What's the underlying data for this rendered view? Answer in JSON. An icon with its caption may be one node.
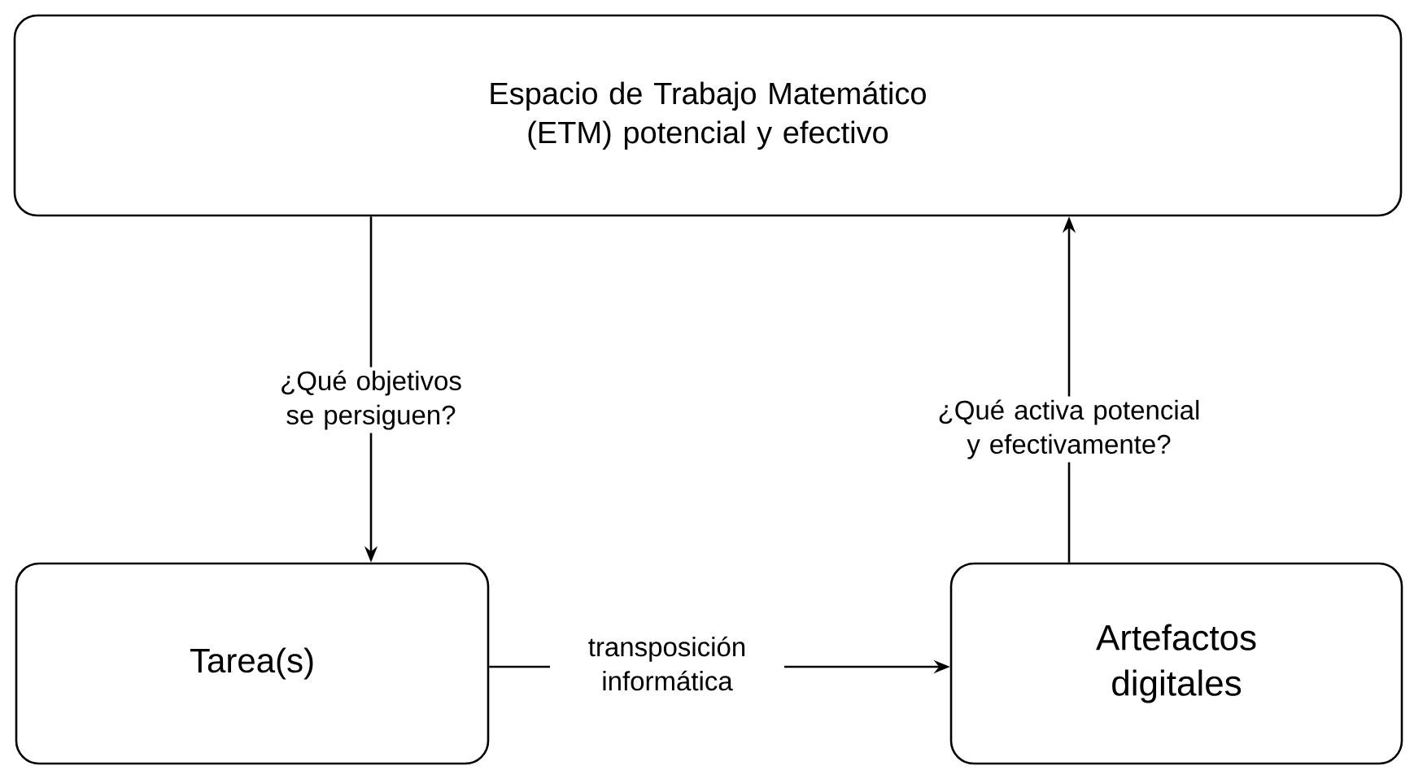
{
  "diagram": {
    "nodes": [
      {
        "text": [
          "Espacio de Trabajo Matemático (ETM) potencial y efectivo"
        ]
      },
      {
        "text": [
          "Tarea(s)"
        ]
      },
      {
        "text": [
          "Artefactos digitales"
        ]
      }
    ],
    "edges": [
      {
        "from": 0,
        "to": 1,
        "arrow": "to",
        "label": "¿Qué objetivos se persiguen?"
      },
      {
        "from": 1,
        "to": 2,
        "arrow": "to",
        "label": "transposición informática"
      },
      {
        "from": 2,
        "to": 0,
        "arrow": "to",
        "label": "¿Qué activa potencial y efectivamente?"
      }
    ]
  }
}
